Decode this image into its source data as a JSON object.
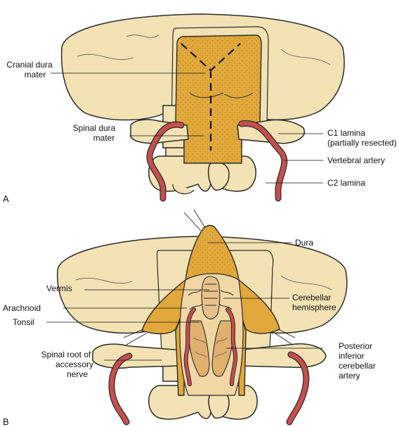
{
  "panels": {
    "a": {
      "letter": "A",
      "labels": {
        "cranial_dura_1": "Cranial dura",
        "cranial_dura_2": "mater",
        "spinal_dura_1": "Spinal dura",
        "spinal_dura_2": "mater",
        "c1_lamina_1": "C1 lamina",
        "c1_lamina_2": "(partially resected)",
        "vertebral_artery": "Vertebral artery",
        "c2_lamina": "C2 lamina"
      }
    },
    "b": {
      "letter": "B",
      "labels": {
        "dura": "Dura",
        "vermis": "Vermis",
        "cerebellar_hemisphere_1": "Cerebellar",
        "cerebellar_hemisphere_2": "hemisphere",
        "arachnoid": "Arachnoid",
        "tonsil": "Tonsil",
        "spinal_root_1": "Spinal root of",
        "spinal_root_2": "accessory",
        "spinal_root_3": "nerve",
        "pica_1": "Posterior",
        "pica_2": "inferior",
        "pica_3": "cerebellar",
        "pica_4": "artery"
      }
    }
  },
  "colors": {
    "bone": "#f2e2b4",
    "dura": "#e1a83b",
    "artery": "#c44f4f",
    "outline": "#2b2b2b"
  }
}
